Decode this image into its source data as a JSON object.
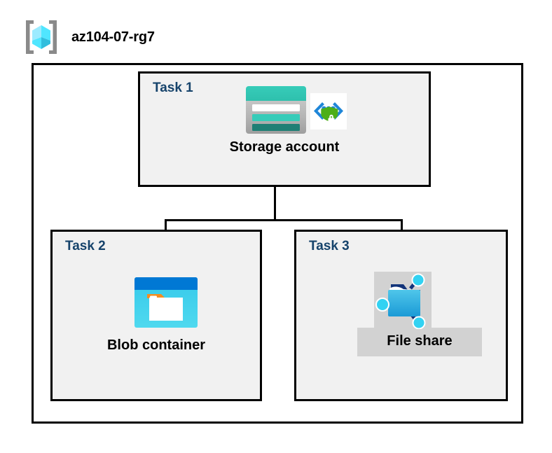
{
  "diagram": {
    "resource_group": {
      "title": "az104-07-rg7",
      "icon": "resource-group-cube-icon"
    },
    "tasks": [
      {
        "label": "Task 1",
        "node_caption": "Storage account",
        "icons": [
          "storage-account-icon",
          "storage-security-encryption-icon"
        ]
      },
      {
        "label": "Task 2",
        "node_caption": "Blob container",
        "icons": [
          "blob-container-icon"
        ]
      },
      {
        "label": "Task 3",
        "node_caption": "File share",
        "icons": [
          "file-share-icon"
        ]
      }
    ]
  },
  "colors": {
    "task_label": "#16436b",
    "task_box_fill": "#f1f1f1",
    "border": "#000000",
    "azure_blue": "#0078d4",
    "azure_cyan": "#32bedd",
    "storage_teal": "#32c5b5",
    "shield_green": "#4caf18",
    "tag_orange": "#f78d1e",
    "gray_block": "#d2d2d2",
    "bracket_gray": "#8a8a8a"
  }
}
